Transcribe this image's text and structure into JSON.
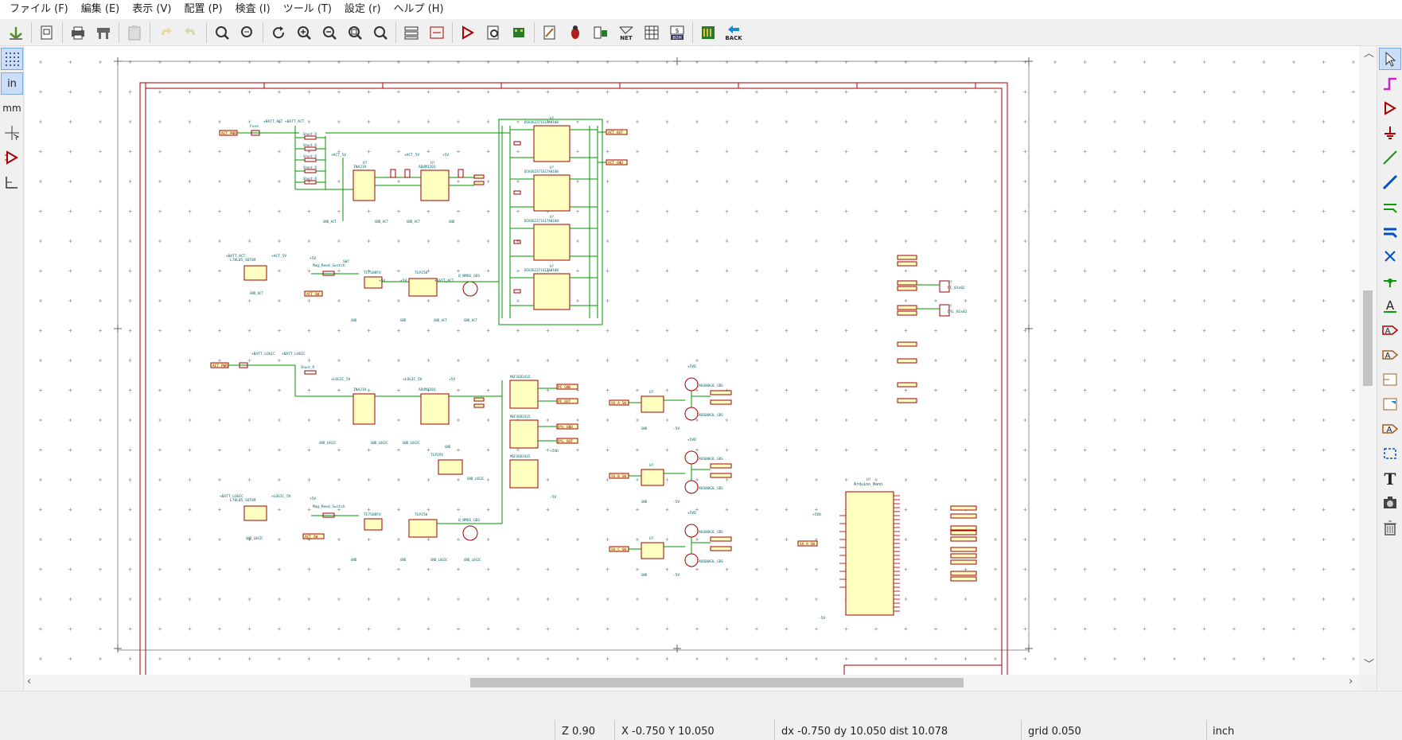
{
  "menu": [
    "ファイル (F)",
    "編集 (E)",
    "表示 (V)",
    "配置 (P)",
    "検査 (I)",
    "ツール (T)",
    "設定 (r)",
    "ヘルプ (H)"
  ],
  "toolbar": {
    "buttons": [
      "save-icon",
      "new-sheet-icon",
      "print-icon",
      "plot-icon",
      "paste-icon",
      "undo-icon",
      "redo-icon",
      "find-icon",
      "find-replace-icon",
      "refresh-icon",
      "zoom-in-icon",
      "zoom-out-icon",
      "zoom-fit-icon",
      "zoom-selection-icon",
      "hierarchy-icon",
      "leave-sheet-icon",
      "symbol-editor-icon",
      "symbol-browser-icon",
      "footprint-editor-icon",
      "annotate-icon",
      "erc-icon",
      "assign-footprints-icon",
      "netlist-icon",
      "bom-table-icon",
      "bom-icon",
      "pcb-icon",
      "back-icon"
    ],
    "back_label": "BACK",
    "net_label": "NET",
    "bom_label": "BOM"
  },
  "left_toolbar": {
    "grid_label": "grid",
    "inch_label": "in",
    "mm_label": "mm"
  },
  "status": {
    "zoom": "Z 0.90",
    "xy": "X -0.750  Y 10.050",
    "delta": "dx -0.750  dy 10.050  dist 10.078",
    "grid": "grid 0.050",
    "units": "inch"
  },
  "schematic": {
    "labels": {
      "act_pwr": "ACT_PWR",
      "fuse": "Fuse",
      "batt_act": "+BATT_ACT",
      "shunt": "Shunt_R",
      "u7": "U?",
      "dcdc": "DCH362371S17A0100",
      "act_out": "ACT_OUT",
      "act_gnd": "ACT_GND",
      "act_5v": "+ACT_5V",
      "ina219": "INA219",
      "adum": "ADUM1201",
      "gnd_act": "GND_ACT",
      "gnd": "GND",
      "plus5v": "+5V",
      "ltl": "L78L05_SOT89",
      "sw": "SW?",
      "reed": "Mag_Reed_Switch",
      "tc7": "TC7SO8FU",
      "tlp250": "TLP250",
      "q7": "Q?",
      "mos": "Q_NMOS_GDS",
      "act_sw": "ACT_SW",
      "logic_pwr": "ACT_PWR",
      "batt_logic": "+BATT_LOGIC",
      "logic_5v": "+LOGIC_5V",
      "gnd_logic": "GND_LOGIC",
      "mgf": "MGFS6D2415",
      "pc_gnd": "PC_GND",
      "pc_out": "PC_OUT",
      "dyl_gnd": "DYL_GND",
      "dyl_out": "DYL_OUT",
      "tlp": "TLP291",
      "tk": "TK8S06K3L_GDS",
      "sv_a": "SV_A_SW",
      "sv_b": "SV_B_SW",
      "sv_c": "SV_C_SW",
      "ard": "Arduino_Nano",
      "conn1": "PC_01x02",
      "conn2": "DYL_01x02",
      "j7": "J?",
      "minus5v": "-5V",
      "plus5vd": "+5VD"
    }
  }
}
